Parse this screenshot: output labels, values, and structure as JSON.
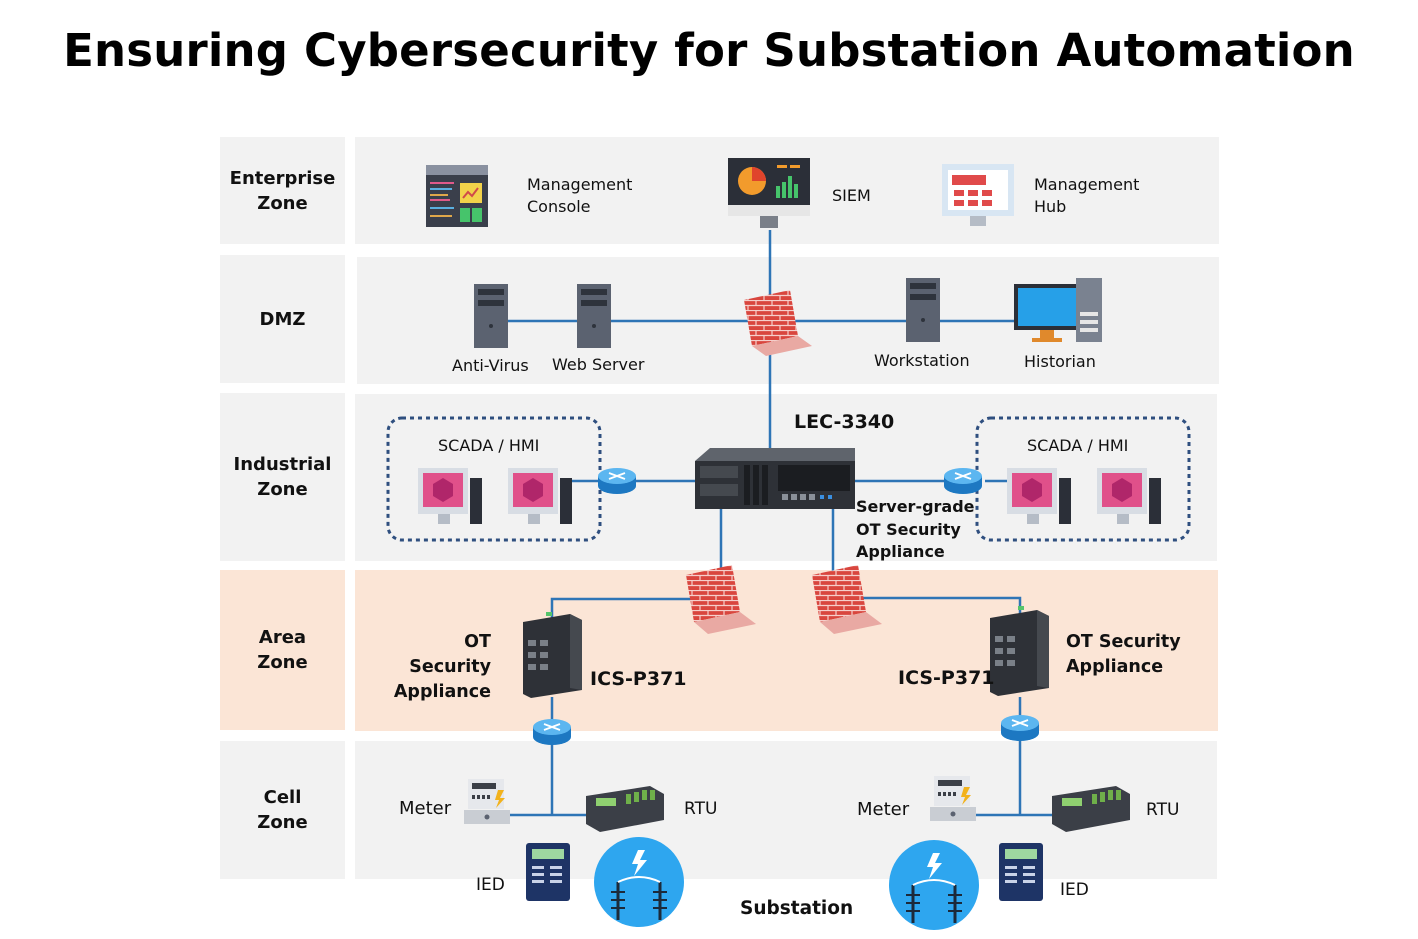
{
  "title": "Ensuring Cybersecurity for Substation Automation",
  "zones": {
    "enterprise": "Enterprise\nZone",
    "dmz": "DMZ",
    "industrial": "Industrial\nZone",
    "area": "Area\nZone",
    "cell": "Cell\nZone"
  },
  "enterprise": {
    "management_console": "Management\nConsole",
    "siem": "SIEM",
    "management_hub": "Management\nHub"
  },
  "dmz": {
    "anti_virus": "Anti-Virus",
    "web_server": "Web Server",
    "workstation": "Workstation",
    "historian": "Historian"
  },
  "industrial": {
    "lec": "LEC-3340",
    "scada_left": "SCADA / HMI",
    "scada_right": "SCADA / HMI",
    "server_appliance": "Server-grade\nOT Security\nAppliance"
  },
  "area": {
    "ot_left": "OT Security\nAppliance",
    "ot_right": "OT Security\nAppliance",
    "ics_left": "ICS-P371",
    "ics_right": "ICS-P371"
  },
  "cell": {
    "meter_left": "Meter",
    "meter_right": "Meter",
    "rtu_left": "RTU",
    "rtu_right": "RTU",
    "ied_left": "IED",
    "ied_right": "IED",
    "substation": "Substation"
  },
  "colors": {
    "band": "#f2f2f2",
    "area_band": "#fbe5d6",
    "link": "#2e75b6",
    "firewall": "#d9463e",
    "scada_border": "#2f4f7f",
    "substation": "#2ea6ef"
  }
}
